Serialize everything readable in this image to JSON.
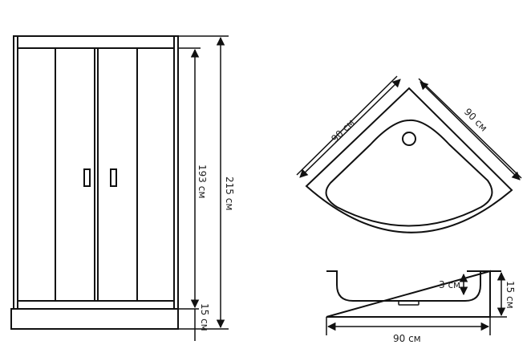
{
  "front_view": {
    "door_height_label": "193 см",
    "total_height_label": "215 см",
    "tray_height_label": "15 см"
  },
  "top_view": {
    "left_side_label": "90 см",
    "right_side_label": "90 см"
  },
  "side_view": {
    "basin_depth_label": "3 см",
    "tray_height_label": "15 см",
    "width_label": "90 см"
  }
}
